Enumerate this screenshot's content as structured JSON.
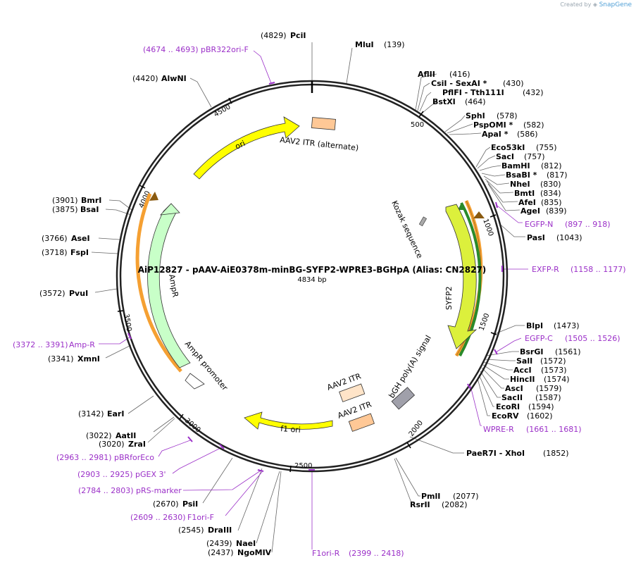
{
  "header": {
    "created_by": "Created by",
    "brand": "SnapGene"
  },
  "plasmid": {
    "title": "AiP12827 - pAAV-AiE0378m-minBG-SYFP2-WPRE3-BGHpA (Alias: CN2827)",
    "length_label": "4834 bp"
  },
  "ticks": [
    "500",
    "1000",
    "1500",
    "2000",
    "2500",
    "3000",
    "3500",
    "4000",
    "4500"
  ],
  "features": {
    "ori": "ori",
    "aav2_itr_alt": "AAV2 ITR (alternate)",
    "kozak": "Kozak sequence",
    "sygfp": "SYFP2",
    "bgh": "bGH poly(A) signal",
    "aav2_itr_a": "AAV2 ITR",
    "aav2_itr_b": "AAV2 ITR",
    "f1ori": "f1 ori",
    "ampr": "AmpR",
    "ampr_promoter": "AmpR promoter"
  },
  "sites_right": [
    {
      "name": "MluI",
      "pos": "(139)"
    },
    {
      "name": "AflII",
      "pos": "(416)"
    },
    {
      "name": "CsiI  - SexAI *",
      "pos": "(430)"
    },
    {
      "name": "PflFI  - Tth111I",
      "pos": "(432)"
    },
    {
      "name": "BstXI",
      "pos": "(464)"
    },
    {
      "name": "SphI",
      "pos": "(578)"
    },
    {
      "name": "PspOMI *",
      "pos": "(582)"
    },
    {
      "name": "ApaI *",
      "pos": "(586)"
    },
    {
      "name": "Eco53kI",
      "pos": "(755)"
    },
    {
      "name": "SacI",
      "pos": "(757)"
    },
    {
      "name": "BamHI",
      "pos": "(812)"
    },
    {
      "name": "BsaBI *",
      "pos": "(817)"
    },
    {
      "name": "NheI",
      "pos": "(830)"
    },
    {
      "name": "BmtI",
      "pos": "(834)"
    },
    {
      "name": "AfeI",
      "pos": "(835)"
    },
    {
      "name": "AgeI",
      "pos": "(839)"
    },
    {
      "name": "PasI",
      "pos": "(1043)"
    },
    {
      "name": "BlpI",
      "pos": "(1473)"
    },
    {
      "name": "BsrGI",
      "pos": "(1561)"
    },
    {
      "name": "SalI",
      "pos": "(1572)"
    },
    {
      "name": "AccI",
      "pos": "(1573)"
    },
    {
      "name": "HincII",
      "pos": "(1574)"
    },
    {
      "name": "AscI",
      "pos": "(1579)"
    },
    {
      "name": "SacII",
      "pos": "(1587)"
    },
    {
      "name": "EcoRI",
      "pos": "(1594)"
    },
    {
      "name": "EcoRV",
      "pos": "(1602)"
    },
    {
      "name": "PaeR7I  - XhoI",
      "pos": "(1852)"
    },
    {
      "name": "PmlI",
      "pos": "(2077)"
    },
    {
      "name": "RsrII",
      "pos": "(2082)"
    }
  ],
  "sites_left": [
    {
      "name": "PciI",
      "pos": "(4829)"
    },
    {
      "name": "AlwNI",
      "pos": "(4420)"
    },
    {
      "name": "BmrI",
      "pos": "(3901)"
    },
    {
      "name": "BsaI",
      "pos": "(3875)"
    },
    {
      "name": "AseI",
      "pos": "(3766)"
    },
    {
      "name": "FspI",
      "pos": "(3718)"
    },
    {
      "name": "PvuI",
      "pos": "(3572)"
    },
    {
      "name": "XmnI",
      "pos": "(3341)"
    },
    {
      "name": "EarI",
      "pos": "(3142)"
    },
    {
      "name": "AatII",
      "pos": "(3022)"
    },
    {
      "name": "ZraI",
      "pos": "(3020)"
    },
    {
      "name": "PsiI",
      "pos": "(2670)"
    },
    {
      "name": "DraIII",
      "pos": "(2545)"
    },
    {
      "name": "NaeI",
      "pos": "(2439)"
    },
    {
      "name": "NgoMIV",
      "pos": "(2437)"
    }
  ],
  "primers": [
    {
      "name": "pBR322ori-F",
      "range": "(4674 .. 4693)"
    },
    {
      "name": "EGFP-N",
      "range": "(897 .. 918)"
    },
    {
      "name": "EXFP-R",
      "range": "(1158 .. 1177)"
    },
    {
      "name": "EGFP-C",
      "range": "(1505 .. 1526)"
    },
    {
      "name": "WPRE-R",
      "range": "(1661 .. 1681)"
    },
    {
      "name": "F1ori-R",
      "range": "(2399 .. 2418)"
    },
    {
      "name": "Amp-R",
      "range": "(3372 .. 3391)"
    },
    {
      "name": "pBRforEco",
      "range": "(2963 .. 2981)"
    },
    {
      "name": "pGEX 3'",
      "range": "(2903 .. 2925)"
    },
    {
      "name": "pRS-marker",
      "range": "(2784 .. 2803)"
    },
    {
      "name": "F1ori-F",
      "range": "(2609 .. 2630)"
    }
  ],
  "colors": {
    "backbone": "#222222",
    "ori": "#ffff00",
    "itr": "#ffc896",
    "ampr": "#c8ffc8",
    "sygfp": "#dcf03c",
    "primer": "#9b30c8",
    "bgh": "#a0a0aa",
    "orange": "#f5a032",
    "green": "#2a8a2a"
  }
}
